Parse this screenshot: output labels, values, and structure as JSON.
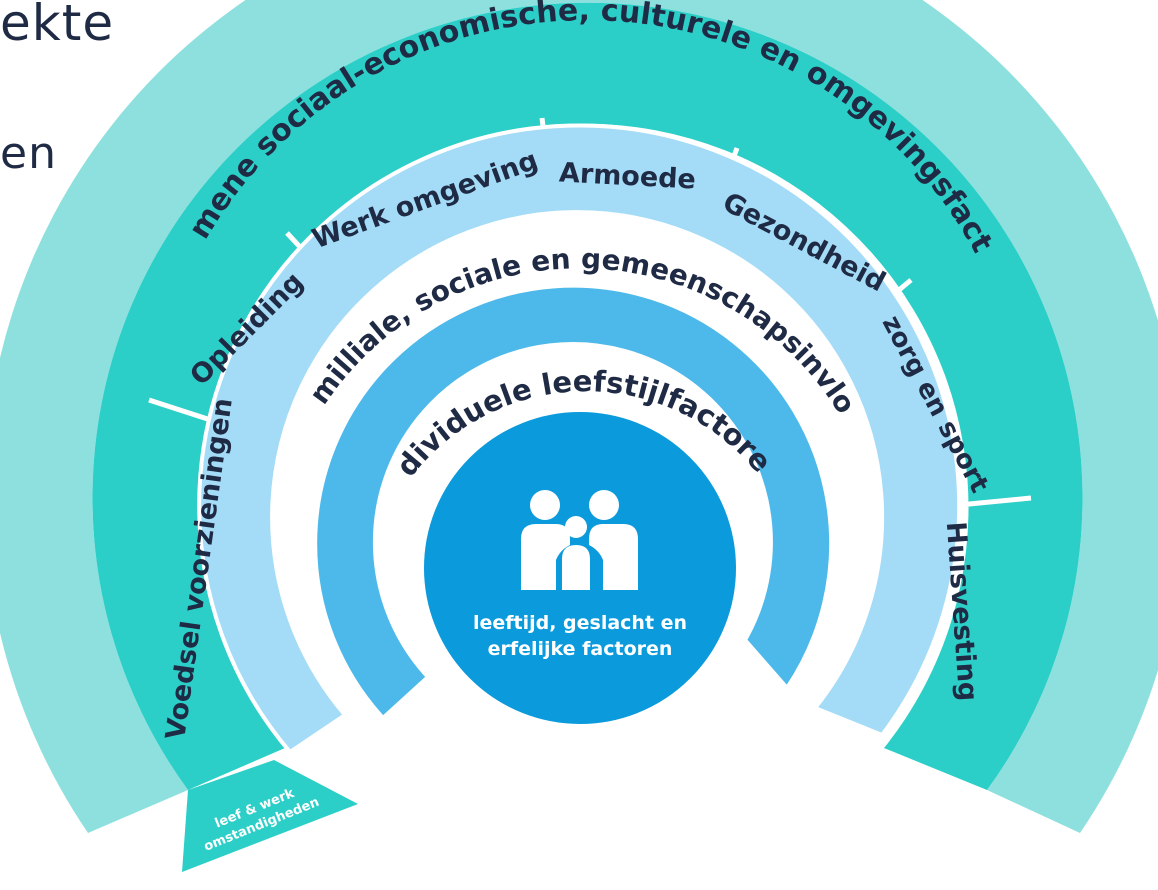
{
  "partial_text": {
    "top": "ekte",
    "second": "en"
  },
  "colors": {
    "outer_ring": "#8ee0de",
    "middle_ring": "#2ccfc7",
    "inner_ring": "#a4dcf7",
    "lifestyle_ring": "#4cb9ea",
    "center": "#0b9adb",
    "text_dark": "#1f2a44",
    "white": "#ffffff"
  },
  "rings": {
    "outer": {
      "label": "Algemene sociaal-economische, culturele en omgevingsfactoren"
    },
    "middle": {
      "segments": [
        {
          "label": "Voedsel voorzieningen",
          "icon": ""
        },
        {
          "label": "Opleiding"
        },
        {
          "label": "Werk omgeving"
        },
        {
          "label": "Armoede"
        },
        {
          "label": "Gezondheid"
        },
        {
          "label": "zorg en sport"
        },
        {
          "label": "Huisvesting"
        }
      ],
      "tab_label_line1": "leef & werk",
      "tab_label_line2": "omstandigheden"
    },
    "social": {
      "label": "familliale, sociale en gemeenschapsinvloed"
    },
    "lifestyle": {
      "label": "individuele leefstijlfactoren"
    },
    "center": {
      "icon": "family-icon",
      "label_line1": "leeftijd, geslacht en",
      "label_line2": "erfelijke factoren"
    }
  }
}
